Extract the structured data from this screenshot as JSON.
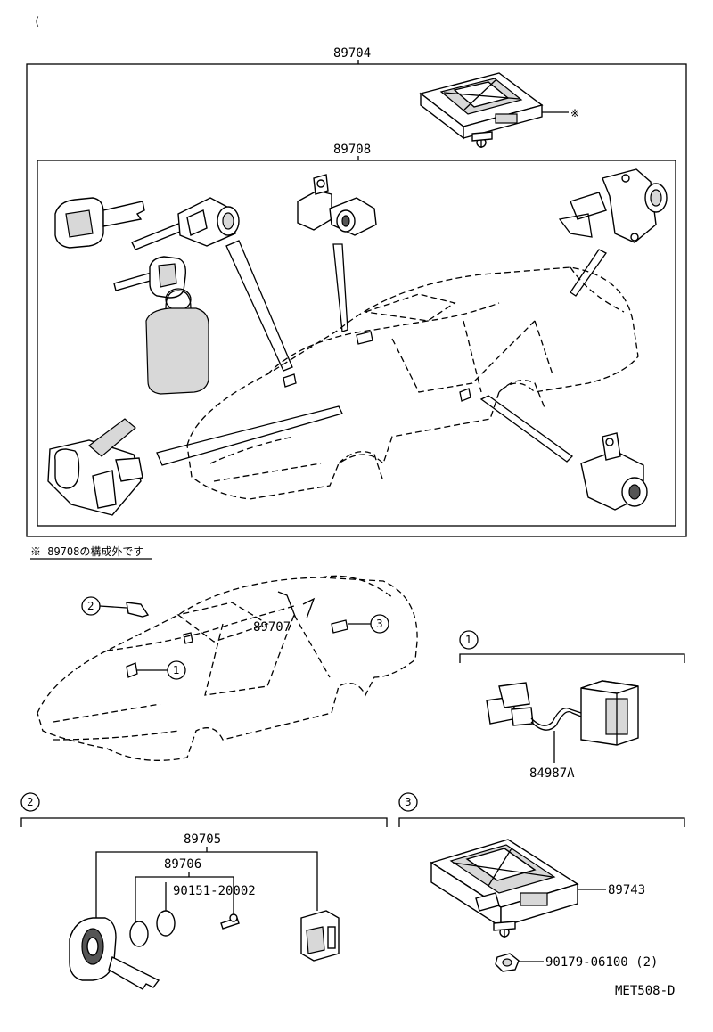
{
  "corner_mark": "(",
  "top_group": {
    "label": "89704",
    "note_marker": "※",
    "inner_group": {
      "label": "89708"
    }
  },
  "note": "※ 89708の構成外です",
  "car_view": {
    "label": "89707",
    "callouts": [
      "1",
      "2",
      "3"
    ]
  },
  "section1": {
    "callout": "1",
    "part_label": "84987A"
  },
  "section2": {
    "callout": "2",
    "labels": [
      "89705",
      "89706",
      "90151-20002"
    ]
  },
  "section3": {
    "callout": "3",
    "labels": [
      "89743",
      "90179-06100 (2)"
    ]
  },
  "figure_code": "MET508-D"
}
